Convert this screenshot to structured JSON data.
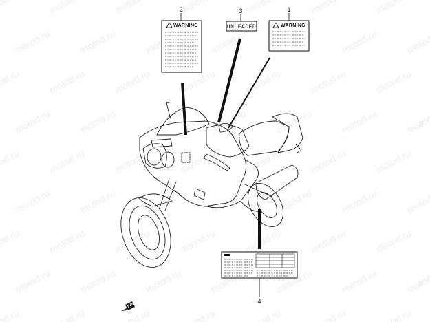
{
  "callouts": {
    "c1": "1",
    "c2": "2",
    "c3": "3",
    "c4": "4"
  },
  "labels": {
    "warning_left": "WARNING",
    "warning_right": "WARNING",
    "unleaded": "UNLEADED"
  },
  "watermark": "motod.ru",
  "front_marker": "FWD",
  "colors": {
    "line": "#222222",
    "background": "#ffffff"
  }
}
